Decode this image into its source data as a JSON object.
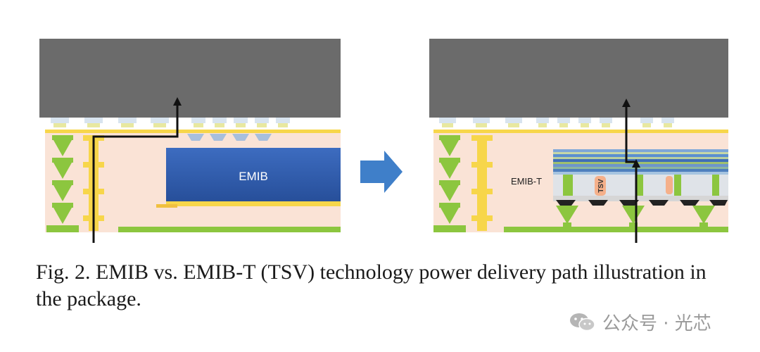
{
  "left_panel": {
    "bridge_label": "EMIB"
  },
  "right_panel": {
    "bridge_label": "EMIB-T",
    "tsv_label": "TSV"
  },
  "caption": {
    "line1": "Fig. 2. EMIB vs. EMIB-T (TSV) technology power delivery path illustration in",
    "line2": "the package."
  },
  "watermark": {
    "text": "公众号 · 光芯"
  },
  "colors": {
    "die": "#6b6b6b",
    "substrate": "#fae3d6",
    "bridge_blue": "#2f5aa8",
    "via_green": "#8cc63f",
    "pad_yellow": "#f7d64a",
    "arrow_blue": "#3f7fc9",
    "path_black": "#111111"
  }
}
